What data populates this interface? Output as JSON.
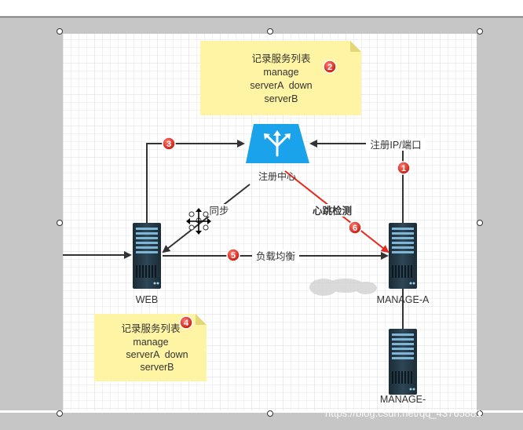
{
  "diagram": {
    "notes": [
      {
        "lines": [
          "记录服务列表",
          "manage",
          "serverA  down",
          "serverB"
        ],
        "badge": "2"
      },
      {
        "lines": [
          "记录服务列表",
          "manage",
          "serverA  down",
          "serverB"
        ],
        "badge": "4"
      }
    ],
    "registry": {
      "label": "注册中心"
    },
    "servers": {
      "web": "WEB",
      "manage_a": "MANAGE-A",
      "manage_b": "MANAGE-"
    },
    "edges": {
      "register": "注册IP/端口",
      "sync": "同步",
      "heartbeat": "心跳检测",
      "load_balance": "负载均衡"
    },
    "badges": {
      "register": "1",
      "fetch": "3",
      "load_balance": "5",
      "heartbeat": "6"
    }
  },
  "watermark": "https://blog.csdn.net/qq_43765881",
  "colors": {
    "badge_fill": "#e0261b",
    "arrow": "#333333",
    "heartbeat_arrow": "#e8271b",
    "note_fill": "#fff4a3",
    "cloud": "#1aa3ea",
    "server": "#243845"
  }
}
